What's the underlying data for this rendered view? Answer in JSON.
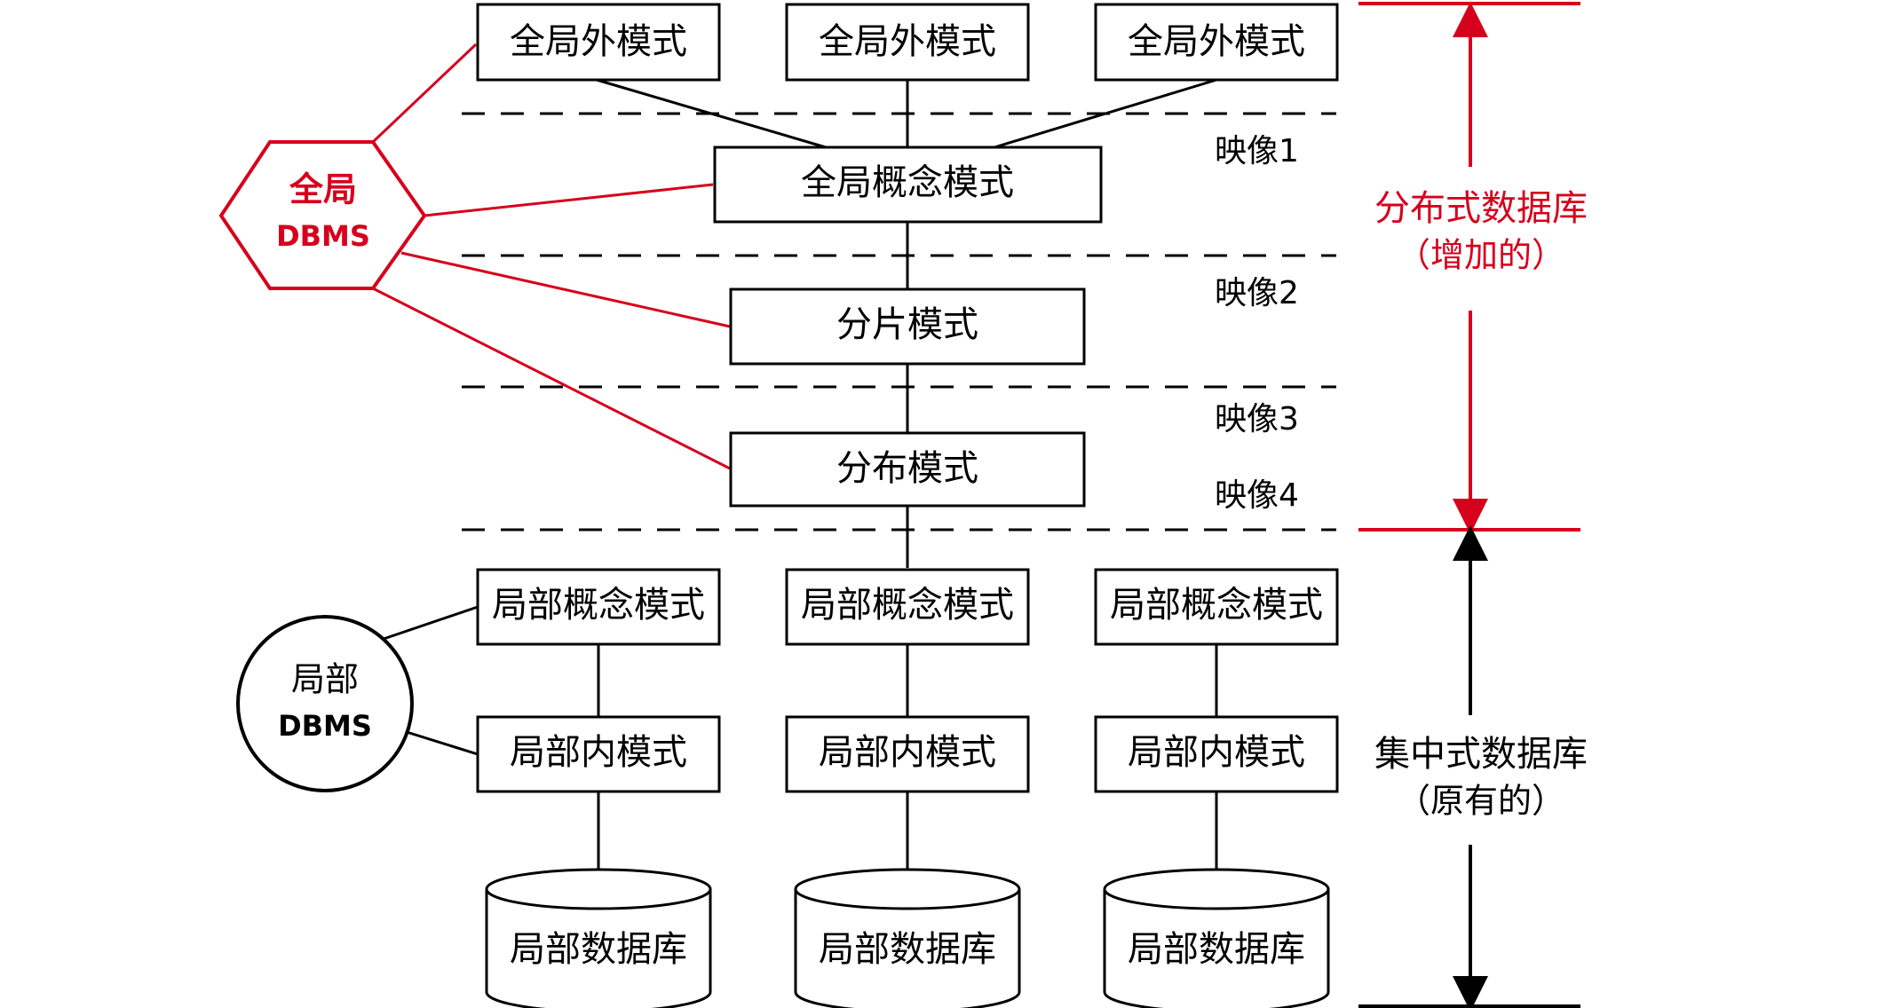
{
  "colors": {
    "accent_red": "#d6001c",
    "line": "#000000",
    "background": "#ffffff"
  },
  "global_external_schemas": [
    "全局外模式",
    "全局外模式",
    "全局外模式"
  ],
  "global_conceptual_schema": "全局概念模式",
  "fragmentation_schema": "分片模式",
  "allocation_schema": "分布模式",
  "mappings": [
    "映像1",
    "映像2",
    "映像3",
    "映像4"
  ],
  "global_dbms": {
    "line1": "全局",
    "line2": "DBMS"
  },
  "local_dbms": {
    "line1": "局部",
    "line2": "DBMS"
  },
  "local_sites": [
    {
      "conceptual": "局部概念模式",
      "internal": "局部内模式",
      "database": "局部数据库"
    },
    {
      "conceptual": "局部概念模式",
      "internal": "局部内模式",
      "database": "局部数据库"
    },
    {
      "conceptual": "局部概念模式",
      "internal": "局部内模式",
      "database": "局部数据库"
    }
  ],
  "distributed_db_label": {
    "line1": "分布式数据库",
    "line2": "（增加的）"
  },
  "centralized_db_label": {
    "line1": "集中式数据库",
    "line2": "（原有的）"
  }
}
